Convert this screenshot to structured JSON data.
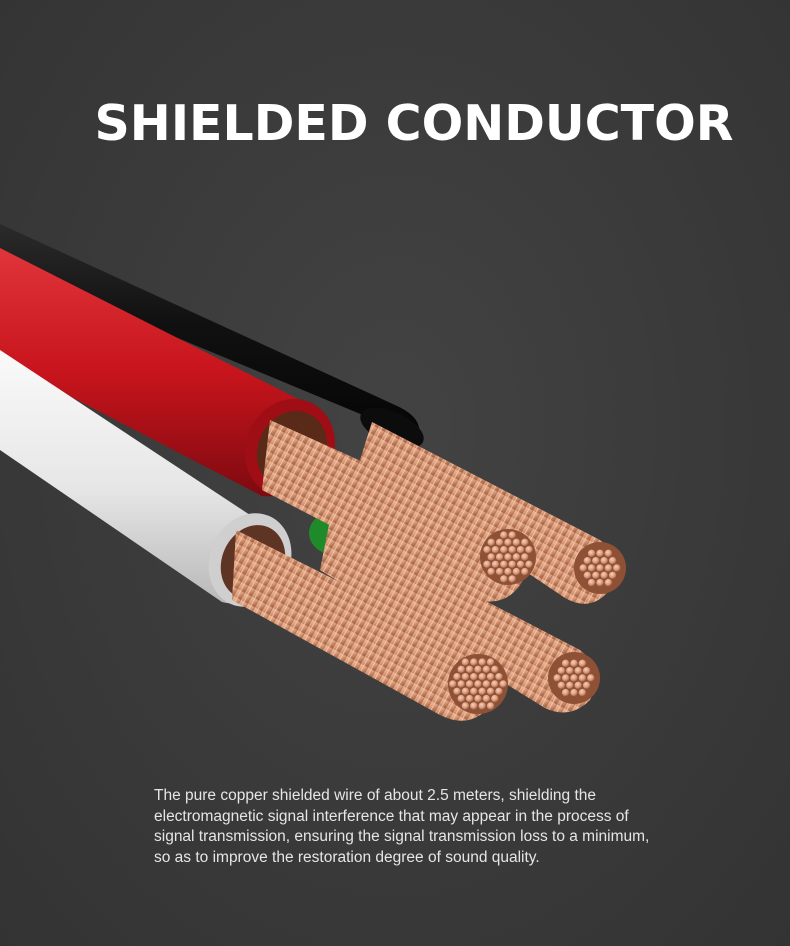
{
  "headline": "SHIELDED CONDUCTOR",
  "description": "The pure copper shielded wire of about 2.5 meters, shielding the electromagnetic signal interference that may appear in the process of signal transmission, ensuring the signal transmission loss to a minimum, so as to improve the restoration degree of sound quality.",
  "illustration": {
    "subject": "cable-cross-section-image",
    "insulation_colors": {
      "black": "#151515",
      "red": "#c8141c",
      "white": "#e8e8e8",
      "green": "#1f8a2a"
    },
    "copper_color": "#d99a78",
    "background_color": "#3a3a3a"
  }
}
